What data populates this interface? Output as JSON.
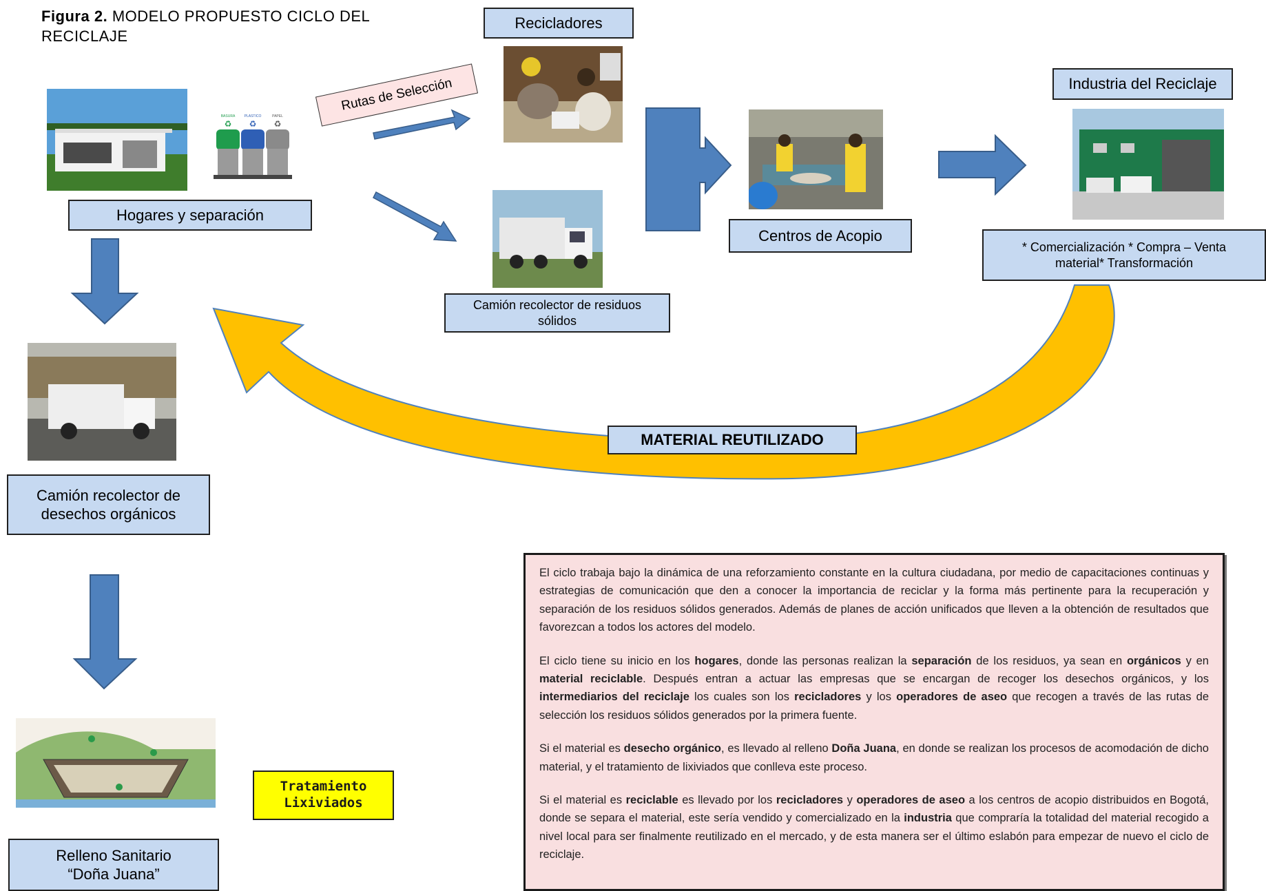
{
  "figure": {
    "label": "Figura 2.",
    "title": "MODELO PROPUESTO CICLO DEL RECICLAJE"
  },
  "nodes": {
    "recicladores": "Recicladores",
    "industria": "Industria del Reciclaje",
    "hogares": "Hogares y separación",
    "centros": "Centros de Acopio",
    "industria_desc": "* Comercialización * Compra – Venta material* Transformación",
    "camion_solidos": "Camión recolector de residuos sólidos",
    "camion_organicos": "Camión recolector de desechos orgánicos",
    "relleno_line1": "Relleno Sanitario",
    "relleno_line2": "“Doña Juana”"
  },
  "labels": {
    "rutas": "Rutas de Selección",
    "material_reutilizado": "MATERIAL REUTILIZADO",
    "tratamiento_line1": "Tratamiento",
    "tratamiento_line2": "Lixiviados"
  },
  "bin_labels": [
    "BASURA",
    "PLASTICO",
    "PAPEL"
  ],
  "description": {
    "p1": "El ciclo trabaja bajo la dinámica de una reforzamiento constante en la cultura ciudadana, por medio de capacitaciones continuas y estrategias de comunicación que den a conocer la importancia de reciclar y la forma más pertinente para la recuperación y separación de los residuos sólidos generados. Además de planes de acción unificados que lleven a la obtención de resultados que favorezcan a todos los actores del modelo.",
    "p2": {
      "t1": "El ciclo tiene su inicio en los ",
      "b1": "hogares",
      "t2": ", donde las personas realizan la ",
      "b2": "separación",
      "t3": " de los residuos, ya sean en ",
      "b3": "orgánicos",
      "t4": " y en ",
      "b4": "material reciclable",
      "t5": ". Después entran a actuar las empresas que se encargan de recoger los desechos orgánicos, y los ",
      "b5": "intermediarios del reciclaje",
      "t6": " los cuales son los ",
      "b6": "recicladores",
      "t7": " y los ",
      "b7": "operadores de aseo",
      "t8": " que recogen a través de las rutas de selección los residuos sólidos generados por la primera fuente."
    },
    "p3": {
      "t1": "Si el material es ",
      "b1": "desecho orgánico",
      "t2": ", es llevado al relleno ",
      "b2": "Doña Juana",
      "t3": ", en donde se realizan los procesos de acomodación de dicho material, y el tratamiento de lixiviados que conlleva este proceso."
    },
    "p4": {
      "t1": "Si el material es ",
      "b1": "reciclable",
      "t2": " es llevado por los ",
      "b2": "recicladores",
      "t3": " y ",
      "b3": "operadores de aseo",
      "t4": " a los centros de acopio distribuidos en Bogotá, donde se separa el material, este sería vendido y comercializado en la ",
      "b4": "industria",
      "t5": " que compraría la totalidad del material recogido a nivel local para ser finalmente reutilizado en el mercado, y de esta manera ser el último eslabón para empezar de nuevo el ciclo de reciclaje."
    }
  },
  "colors": {
    "box_fill": "#c6d9f1",
    "arrow_blue": "#4f81bd",
    "cycle_arrow": "#ffc000",
    "route_label_fill": "#fde4e4",
    "treatment_fill": "#ffff00",
    "panel_fill": "#f9dfe0"
  }
}
